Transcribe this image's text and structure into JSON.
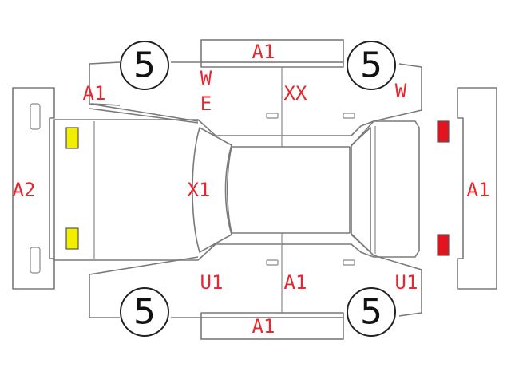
{
  "colors": {
    "code": "#e8262d",
    "amber_lamp": "#f2ee00",
    "red_lamp": "#e2141e",
    "tire_text": "#111111",
    "outline": "#7a7a7a"
  },
  "tires": {
    "front_left": "5",
    "front_right": "5",
    "rear_left": "5",
    "rear_right": "5"
  },
  "codes": {
    "roof_top_strip": "A1",
    "roof_bottom_strip": "A1",
    "front_left_fender": "A1",
    "front_bumper": "A2",
    "rear_bumper": "A1",
    "windshield_w": "W",
    "windshield_e": "E",
    "hood": "X1",
    "upper_rear_door": "XX",
    "rear_window_upper": "W",
    "lower_front_door": "U1",
    "lower_rear_door": "A1",
    "rear_quarter_lower": "U1"
  },
  "lamps": {
    "front": "amber",
    "rear": "red"
  }
}
